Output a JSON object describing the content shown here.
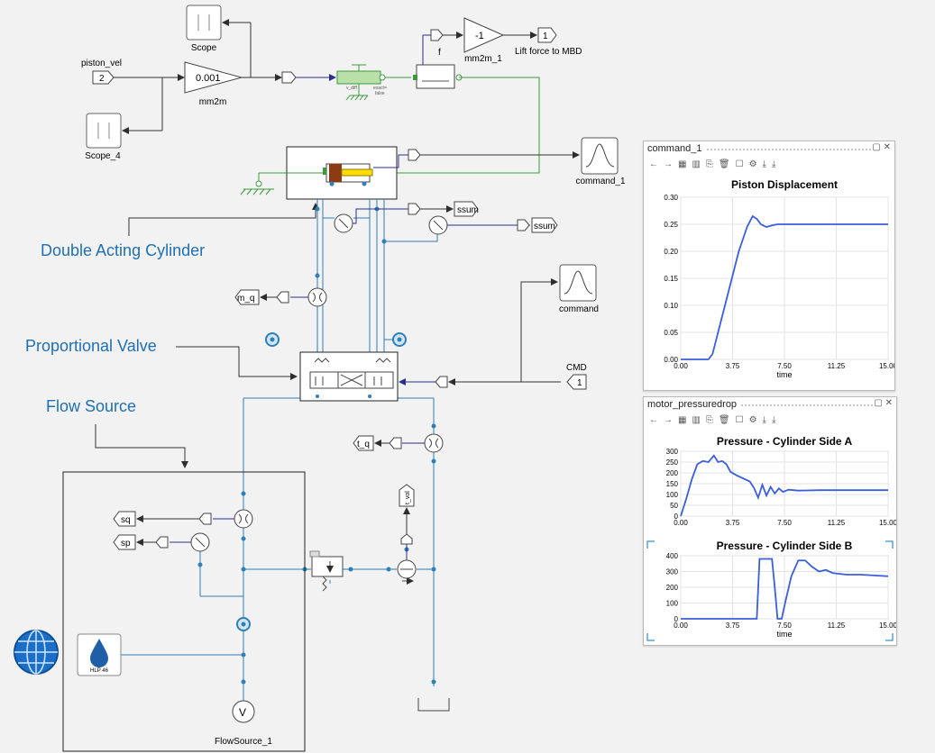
{
  "diagram": {
    "callouts": {
      "cylinder": "Double Acting Cylinder",
      "valve": "Proportional Valve",
      "source": "Flow Source"
    },
    "blocks": {
      "scope_top": "Scope",
      "scope4": "Scope_4",
      "piston_vel": "piston_vel",
      "inport2": "2",
      "gain": "0.001",
      "gain_name": "mm2m",
      "gain2": "-1",
      "gain2_name": "mm2m_1",
      "outport1": "1",
      "lift": "Lift force to MBD",
      "f_label": "f",
      "exact_label": "exact=\nfalse",
      "vdiff": "v_diff",
      "command1": "command_1",
      "command": "command",
      "cmd": "CMD",
      "inport1": "1",
      "m_q": "m_q",
      "ssum1": "ssum",
      "ssum2": "ssum",
      "t_q": "t_q",
      "sq": "sq",
      "sp": "sp",
      "tank_label": "t_vol",
      "fluid": "HLP 46",
      "flowsource": "FlowSource_1",
      "vol_symbol": "V"
    }
  },
  "colors": {
    "hydraulic": "#2f7fb8",
    "signal": "#2d2d8c",
    "mechanical": "#3c9a3c",
    "callout": "#1f6fb2",
    "plot_line": "#3a5fd9"
  },
  "panel1": {
    "title": "command_1",
    "toolbar": [
      "←",
      "→",
      "▦",
      "▥",
      "⎘",
      "🗑",
      "☐",
      "⚙",
      "⤓",
      "⤓"
    ],
    "chart_data": {
      "type": "line",
      "title": "Piston Displacement",
      "xlabel": "time",
      "ylabel": "",
      "xlim": [
        0,
        15
      ],
      "ylim": [
        0,
        0.3
      ],
      "xticks": [
        "0.00",
        "3.75",
        "7.50",
        "11.25",
        "15.00"
      ],
      "yticks": [
        "0.00",
        "0.05",
        "0.10",
        "0.15",
        "0.20",
        "0.25",
        "0.30"
      ],
      "grid": true,
      "series": [
        {
          "x": [
            0,
            2.0,
            2.3,
            2.8,
            3.5,
            4.2,
            4.8,
            5.2,
            5.5,
            5.8,
            6.2,
            6.6,
            7.0,
            7.5,
            8,
            10,
            12,
            15
          ],
          "y": [
            0,
            0,
            0.01,
            0.06,
            0.13,
            0.2,
            0.245,
            0.265,
            0.26,
            0.25,
            0.245,
            0.248,
            0.25,
            0.25,
            0.25,
            0.25,
            0.25,
            0.25
          ]
        }
      ]
    }
  },
  "panel2": {
    "title": "motor_pressuredrop",
    "toolbar": [
      "←",
      "→",
      "▦",
      "▥",
      "⎘",
      "🗑",
      "☐",
      "⚙",
      "⤓",
      "⤓"
    ],
    "charts": [
      {
        "type": "line",
        "title": "Pressure - Cylinder Side A",
        "xlabel": "",
        "xlim": [
          0,
          15
        ],
        "ylim": [
          0,
          300
        ],
        "xticks": [
          "0.00",
          "3.75",
          "7.50",
          "11.25",
          "15.00"
        ],
        "yticks": [
          "0",
          "50",
          "100",
          "150",
          "200",
          "250",
          "300"
        ],
        "grid": true,
        "series": [
          {
            "x": [
              0,
              0.4,
              0.8,
              1.2,
              1.6,
              2.0,
              2.4,
              2.7,
              3.0,
              3.3,
              3.6,
              4.0,
              4.5,
              5.0,
              5.3,
              5.6,
              5.9,
              6.2,
              6.5,
              6.8,
              7.1,
              7.4,
              7.8,
              8.5,
              10,
              12,
              15
            ],
            "y": [
              0,
              80,
              170,
              240,
              255,
              250,
              280,
              250,
              255,
              240,
              205,
              190,
              175,
              160,
              130,
              85,
              145,
              95,
              135,
              105,
              128,
              112,
              122,
              118,
              120,
              120,
              120
            ]
          }
        ]
      },
      {
        "type": "line",
        "title": "Pressure - Cylinder Side B",
        "xlabel": "time",
        "xlim": [
          0,
          15
        ],
        "ylim": [
          0,
          400
        ],
        "xticks": [
          "0.00",
          "3.75",
          "7.50",
          "11.25",
          "15.00"
        ],
        "yticks": [
          "0",
          "100",
          "200",
          "300",
          "400"
        ],
        "grid": true,
        "series": [
          {
            "x": [
              0,
              5.2,
              5.5,
              5.7,
              6.6,
              6.8,
              7.0,
              7.2,
              7.3,
              7.6,
              8.0,
              8.5,
              9.0,
              9.5,
              10.0,
              10.5,
              11,
              12,
              13,
              14,
              15
            ],
            "y": [
              0,
              0,
              0,
              380,
              380,
              200,
              0,
              0,
              0,
              120,
              270,
              370,
              370,
              330,
              300,
              310,
              290,
              280,
              280,
              275,
              270
            ]
          }
        ]
      }
    ]
  }
}
